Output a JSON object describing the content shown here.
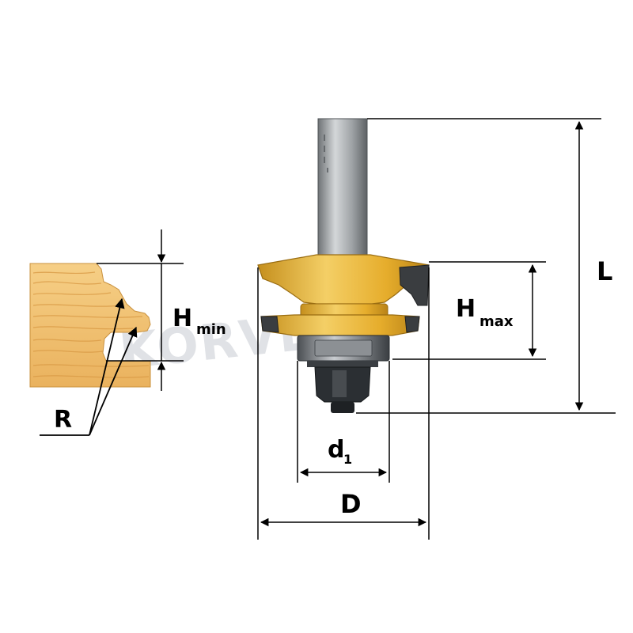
{
  "labels": {
    "H": "H",
    "min": "min",
    "max": "max",
    "d": "d",
    "sub1": "1",
    "D": "D",
    "L": "L",
    "R": "R"
  },
  "watermark": {
    "text": "KORVET"
  },
  "colors": {
    "wood_light": "#f6cf86",
    "wood_mid": "#eab25e",
    "wood_grain": "#d99a45",
    "cutter_yellow": "#e6ad2c",
    "cutter_light": "#f4cf66",
    "cutter_dark": "#b98318",
    "shank_gray": "#8f9396",
    "shank_light": "#d4d7d9",
    "steel_dark": "#2b2f33",
    "line": "#000000",
    "watermark": "#c8ccd2"
  }
}
